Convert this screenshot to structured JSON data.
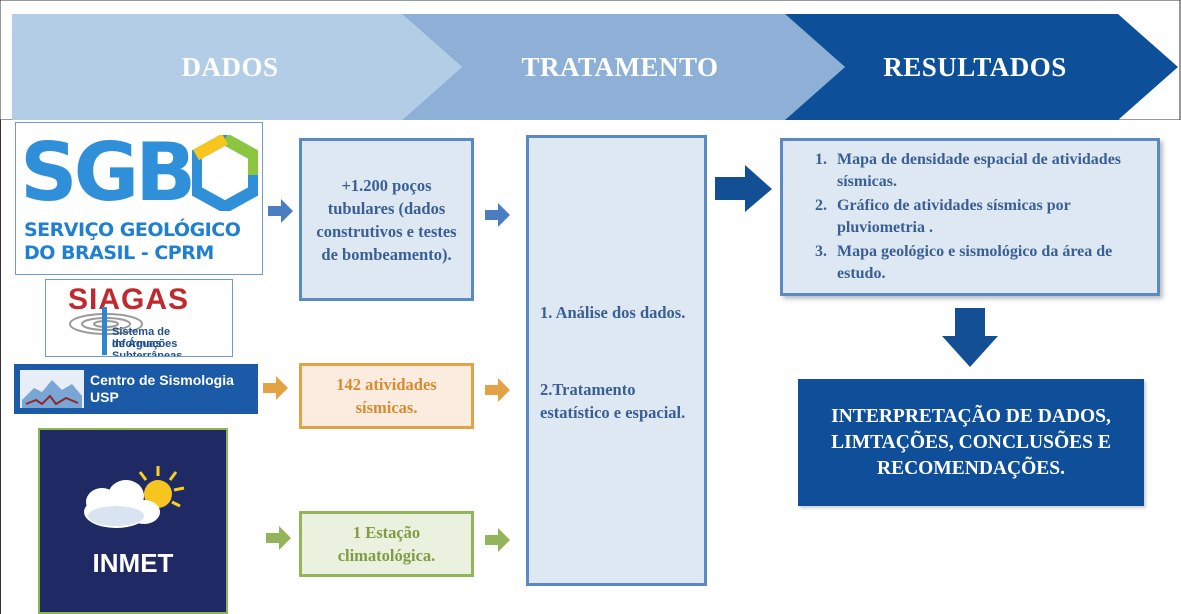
{
  "header": {
    "step1": "DADOS",
    "step2": "TRATAMENTO",
    "step3": "RESULTADOS"
  },
  "logos": {
    "sgb": {
      "main": "SGB",
      "line1": "SERVIÇO GEOLÓGICO",
      "line2": "DO BRASIL - CPRM"
    },
    "siagas": {
      "main": "SIAGAS",
      "line1": "Sistema de Informações",
      "line2": "de Águas Subterrâneas"
    },
    "sismo": {
      "line1": "Centro de Sismologia",
      "line2": "USP"
    },
    "inmet": {
      "main": "INMET"
    }
  },
  "inputs": {
    "wells": "+1.200 poços tubulares (dados construtivos e testes de bombeamento).",
    "seismic": "142 atividades sísmicas.",
    "climate": "1 Estação climatológica."
  },
  "treatment": {
    "item1": "1. Análise dos dados.",
    "item2": "2.Tratamento estatístico e espacial."
  },
  "results": {
    "items": [
      "Mapa de densidade espacial de atividades sísmicas.",
      "Gráfico de atividades sísmicas por pluviometria .",
      "Mapa geológico e sismológico da área de estudo."
    ]
  },
  "final": "INTERPRETAÇÃO DE DADOS, LIMTAÇÕES, CONCLUSÕES E RECOMENDAÇÕES.",
  "colors": {
    "chevron1": "#b3cde6",
    "chevron2": "#8eb0d6",
    "chevron3": "#0d4f98",
    "arrow_blue": "#4a7ec0",
    "arrow_dark": "#134f95",
    "arrow_orange": "#e3a244",
    "arrow_green": "#94b45a",
    "final_box": "#0f4f99",
    "inmet_bg": "#1f2a64"
  }
}
